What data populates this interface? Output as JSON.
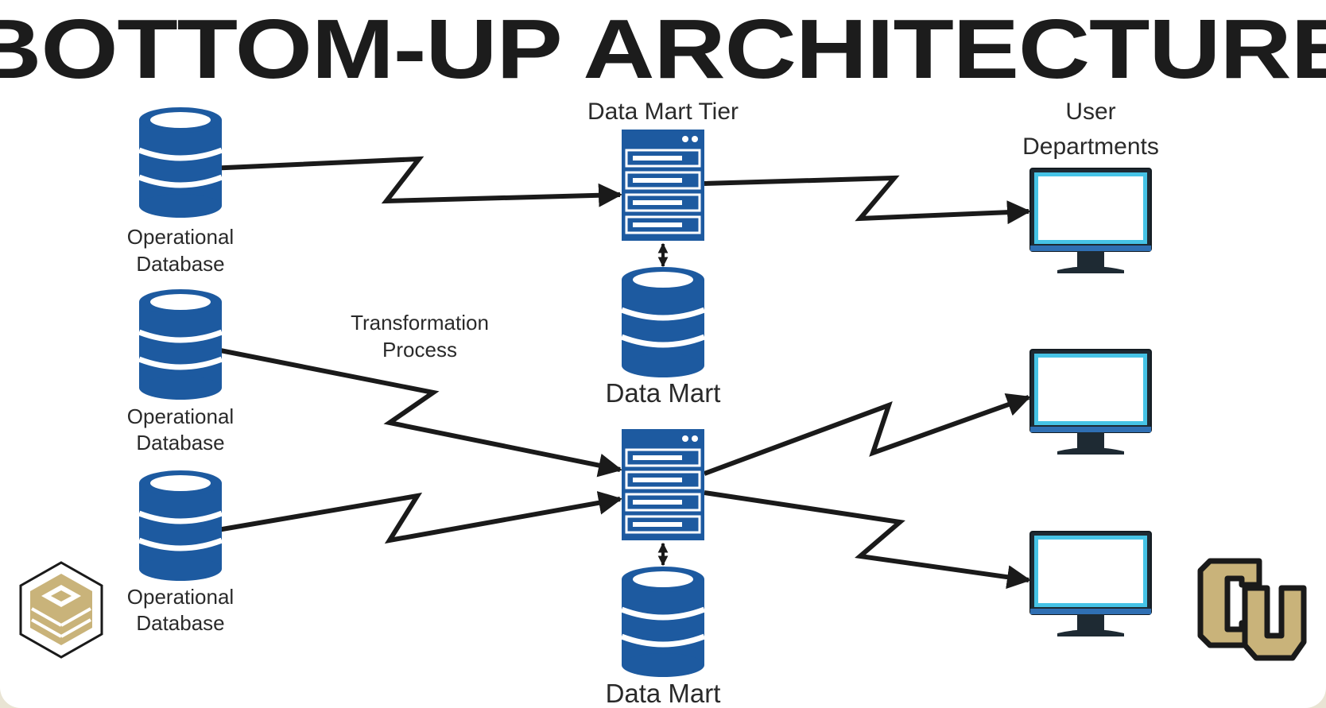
{
  "title": "BOTTOM-UP ARCHITECTURE",
  "labels": {
    "operational_database_line1": "Operational",
    "operational_database_line2": "Database",
    "transformation_line1": "Transformation",
    "transformation_line2": "Process",
    "data_mart_tier": "Data Mart Tier",
    "data_mart": "Data Mart",
    "user_departments_line1": "User",
    "user_departments_line2": "Departments"
  },
  "colors": {
    "database_blue": "#1d5aa0",
    "server_blue": "#1d5aa0",
    "screen_cyan": "#46c3e6",
    "logo_gold": "#c9b37a",
    "line_black": "#1a1a1a",
    "title_black": "#1c1c1c"
  },
  "icons": [
    "database-icon",
    "server-icon",
    "monitor-icon",
    "cube-logo-icon",
    "cu-logo-icon"
  ]
}
